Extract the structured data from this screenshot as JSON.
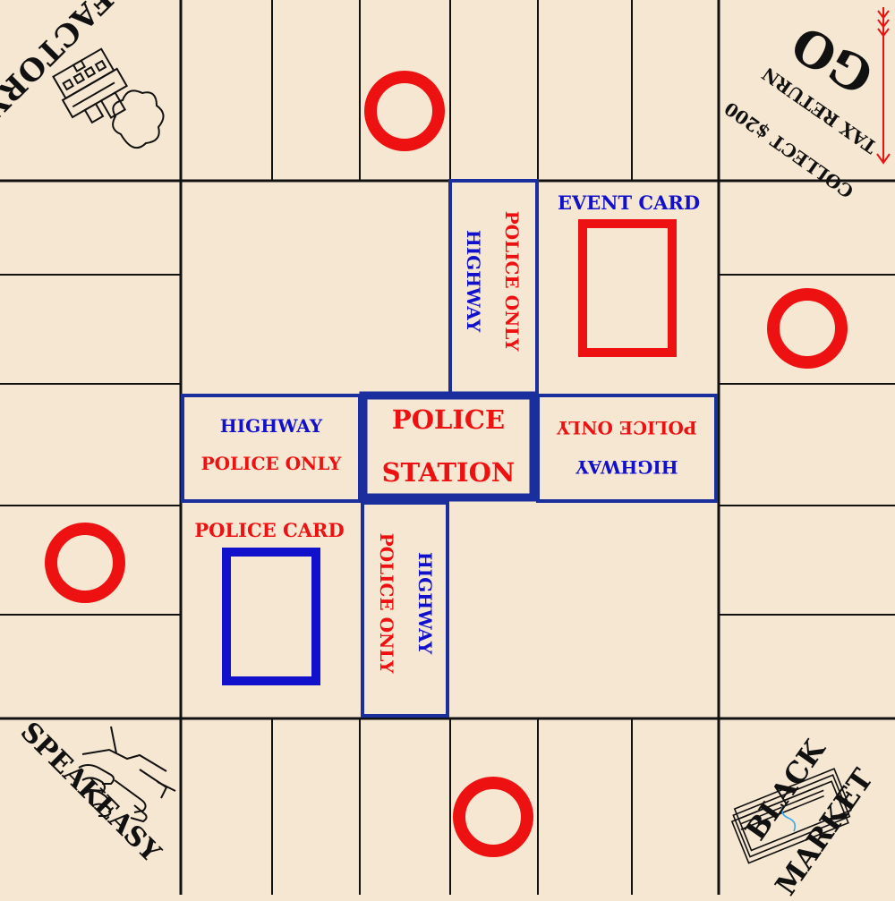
{
  "board": {
    "background": "#f6e7d2",
    "corners": {
      "factory": {
        "label": "FACTORY",
        "icons": [
          "factory-icon",
          "smoke-icon"
        ]
      },
      "go": {
        "title": "GO",
        "line1": "TAX RETURN",
        "line2": "COLLECT $200",
        "icon": "down-arrow-icon",
        "arrow_color": "#ee1111"
      },
      "speakeasy": {
        "label": "SPEAKEASY",
        "icon": "handshake-icon"
      },
      "black_market": {
        "line1": "BLACK",
        "line2": "MARKET",
        "icon": "money-stack-icon"
      }
    },
    "center": {
      "police_station": {
        "line1": "POLICE",
        "line2": "STATION"
      },
      "event_card": {
        "label": "EVENT CARD"
      },
      "police_card": {
        "label": "POLICE CARD"
      },
      "highways": [
        {
          "highway": "HIGHWAY",
          "police_only": "POLICE ONLY"
        },
        {
          "highway": "HIGHWAY",
          "police_only": "POLICE ONLY"
        },
        {
          "highway": "HIGHWAY",
          "police_only": "POLICE ONLY"
        },
        {
          "highway": "HIGHWAY",
          "police_only": "POLICE ONLY"
        }
      ]
    },
    "colors": {
      "red": "#ee1111",
      "blue": "#1111cc",
      "navy": "#1a2e9e",
      "line": "#111111"
    }
  }
}
